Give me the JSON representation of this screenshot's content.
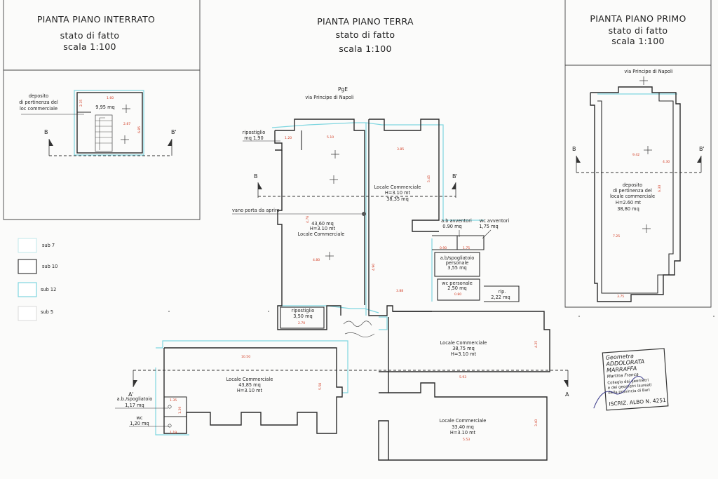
{
  "panels": {
    "interrato": {
      "title": "PIANTA PIANO INTERRATO",
      "subtitle": "stato di fatto",
      "scale": "scala 1:100"
    },
    "terra": {
      "title": "PIANTA PIANO TERRA",
      "subtitle": "stato di fatto",
      "scale": "scala 1:100"
    },
    "primo": {
      "title": "PIANTA PIANO PRIMO",
      "subtitle": "stato di fatto",
      "scale": "scala 1:100"
    }
  },
  "labels": {
    "deposito_l1": "deposito",
    "deposito_l2": "di pertinenza del",
    "deposito_l3": "loc commerciale",
    "deposito_area": "9,95 mq",
    "via_napoli_terra": "via Principe di Napoli",
    "via_napoli_primo": "via Principe di Napoli",
    "handwritten_top": "PgE",
    "ripostiglio_top_l1": "ripostiglio",
    "ripostiglio_top_l2": "mq 1,90",
    "vano_porta": "vano porta da aprire",
    "lc_a_l1": "Locale Commerciale",
    "lc_a_l2": "H=3.10 mt",
    "lc_a_l3": "38,35 mq",
    "lc_b_l1": "43,60 mq",
    "lc_b_l2": "H=3.10 mt",
    "lc_b_l3": "Locale Commerciale",
    "ab_avv_l1": "a.b avventori",
    "ab_avv_l2": "0.90 mq",
    "wc_avv_l1": "wc avventori",
    "wc_avv_l2": "1,75 mq",
    "ab_sp_l1": "a.b/spogliatoio",
    "ab_sp_l2": "personale",
    "ab_sp_l3": "3,55 mq",
    "wc_pers_l1": "wc personale",
    "wc_pers_l2": "2,50 mq",
    "rip_l1": "rip.",
    "rip_l2": "2,22 mq",
    "ripostiglio_b_l1": "ripostiglio",
    "ripostiglio_b_l2": "3,50 mq",
    "lc_c_l1": "Locale Commerciale",
    "lc_c_l2": "38,75 mq",
    "lc_c_l3": "H=3.10 mt",
    "lc_d_l1": "Locale Commerciale",
    "lc_d_l2": "43,85 mq",
    "lc_d_l3": "H=3.10 mt",
    "lc_e_l1": "Locale Commerciale",
    "lc_e_l2": "33,40 mq",
    "lc_e_l3": "H=3.10 mt",
    "ab_sp2_l1": "a.b./spogliatoio",
    "ab_sp2_l2": "1,17 mq",
    "wc2_l1": "wc",
    "wc2_l2": "1,20 mq",
    "dep1_l1": "deposito",
    "dep1_l2": "di pertinenza del",
    "dep1_l3": "locale commerciale",
    "dep1_l4": "H=2.60 mt",
    "dep1_l5": "38,80 mq"
  },
  "section_markers": {
    "b_int": "B",
    "bp_int": "B'",
    "b_terra": "B",
    "bp_terra": "B'",
    "b_primo": "B",
    "bp_primo": "B'",
    "a_terra": "A'",
    "ap_terra": "A"
  },
  "legend": [
    {
      "label": "sub 7",
      "color": "#bfe7ea"
    },
    {
      "label": "sub 10",
      "color": "#2b2b2b"
    },
    {
      "label": "sub 12",
      "color": "#7fd6e0"
    },
    {
      "label": "sub 5",
      "color": "#d8d8d8"
    }
  ],
  "stamp": {
    "l1": "Geometra",
    "l2": "ADDOLORATA",
    "l3": "MARRAFFA",
    "l4": "Martina Franca",
    "l5": "Collegio dei geometri",
    "l6": "e dei geometri laureati",
    "l7": "della provincia di Bari",
    "reg": "ISCRIZ. ALBO N. 4251"
  },
  "dims": {
    "d1": "1.60",
    "d2": "6.85",
    "d3": "2.87",
    "d4": "4.76",
    "d5": "5.10",
    "d6": "4.80",
    "d7": "3.85",
    "d8": "5.45",
    "d9": "4.90",
    "d10": "0.90",
    "d11": "3.88",
    "d12": "1.75",
    "d13": "0.80",
    "d14": "2.70",
    "d15": "1.20",
    "d16": "10.50",
    "d17": "5.58",
    "d18": "5.93",
    "d19": "4.25",
    "d20": "3.40",
    "d21": "4.30",
    "d22": "9.42",
    "d23": "7.25",
    "d24": "3.75",
    "d25": "5.53",
    "d26": "6.30",
    "d27": "1.39",
    "d28": "1.19",
    "d29": "2.35",
    "d30": "1.35"
  }
}
